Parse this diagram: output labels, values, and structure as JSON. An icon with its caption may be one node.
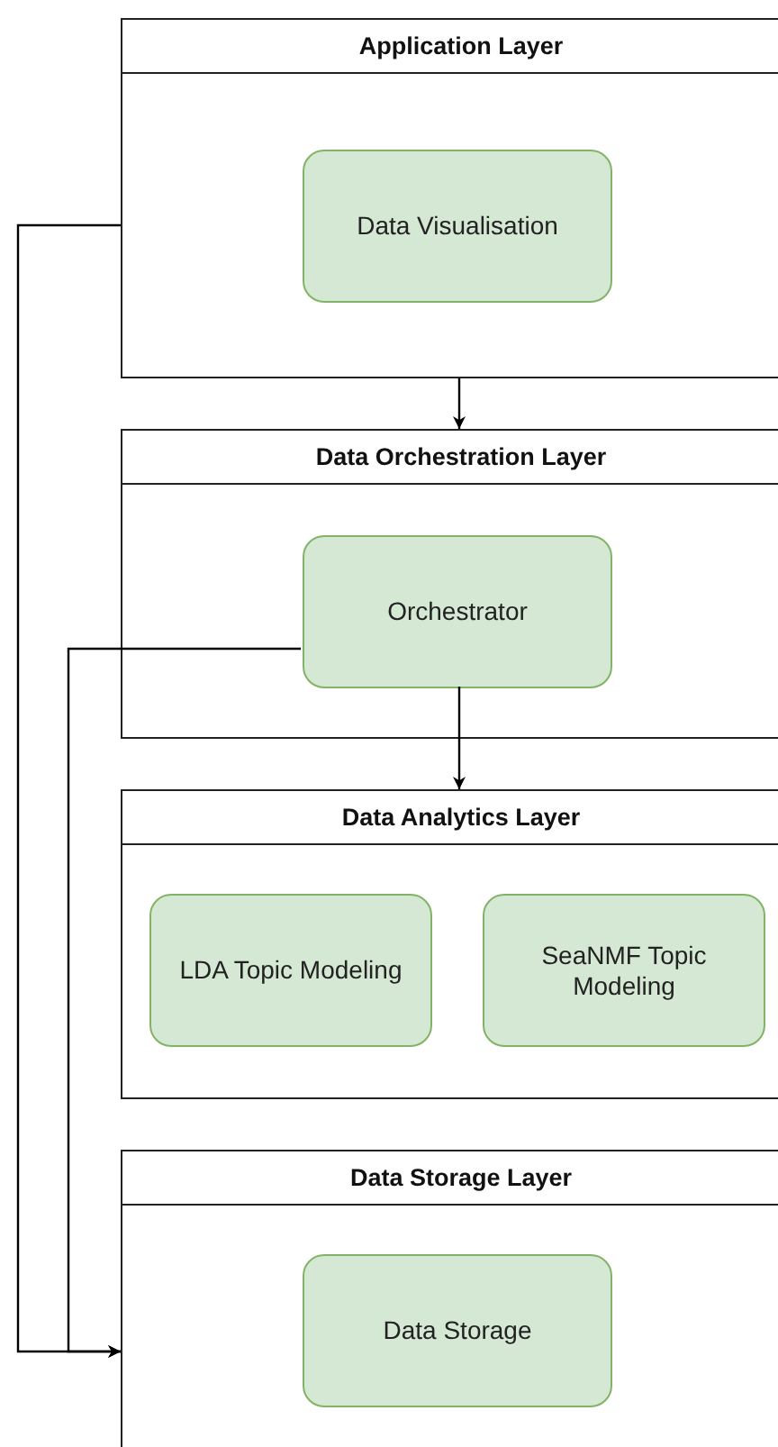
{
  "diagram": {
    "nodes": [
      {
        "text": [
          "Application Layer"
        ]
      },
      {
        "text": [
          "Data Visualisation"
        ],
        "in": 0
      },
      {
        "text": [
          "Data Orchestration Layer"
        ]
      },
      {
        "text": [
          "Orchestrator"
        ],
        "in": 2
      },
      {
        "text": [
          "Data Analytics Layer"
        ]
      },
      {
        "text": [
          "LDA Topic Modeling"
        ],
        "in": 4
      },
      {
        "text": [
          "SeaNMF Topic Modeling"
        ],
        "in": 4
      },
      {
        "text": [
          "Data Storage Layer"
        ]
      },
      {
        "text": [
          "Data Storage"
        ],
        "in": 7
      }
    ],
    "edges": [
      {
        "from": 0,
        "to": 2,
        "arrow": "to"
      },
      {
        "from": 3,
        "to": 4,
        "arrow": "to"
      },
      {
        "from": 0,
        "to": 7,
        "arrow": "to"
      },
      {
        "from": 3,
        "to": 7,
        "arrow": "to"
      }
    ]
  }
}
